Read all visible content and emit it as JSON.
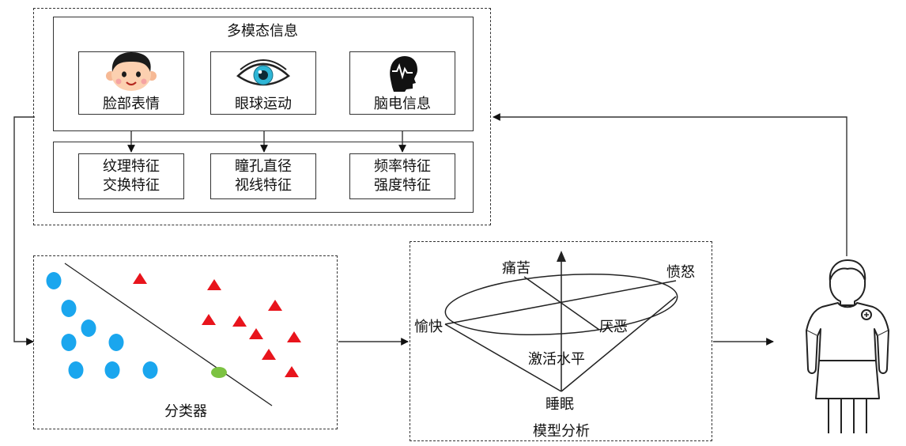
{
  "multimodal": {
    "title": "多模态信息",
    "sources": [
      {
        "label": "脸部表情",
        "icon": "child-face-icon"
      },
      {
        "label": "眼球运动",
        "icon": "eye-icon"
      },
      {
        "label": "脑电信息",
        "icon": "brain-head-icon"
      }
    ],
    "features": [
      {
        "line1": "纹理特征",
        "line2": "交换特征"
      },
      {
        "line1": "瞳孔直径",
        "line2": "视线特征"
      },
      {
        "line1": "频率特征",
        "line2": "强度特征"
      }
    ]
  },
  "classifier": {
    "label": "分类器",
    "colors": {
      "class_a": "#1aa6ee",
      "class_b": "#e8141c",
      "boundary_point": "#7cc242"
    }
  },
  "model": {
    "label": "模型分析",
    "emotions": {
      "pain": "痛苦",
      "anger": "愤怒",
      "pleasure": "愉快",
      "disgust": "厌恶",
      "activation": "激活水平",
      "sleep": "睡眠"
    }
  },
  "person": {
    "icon": "child-figure-icon"
  }
}
